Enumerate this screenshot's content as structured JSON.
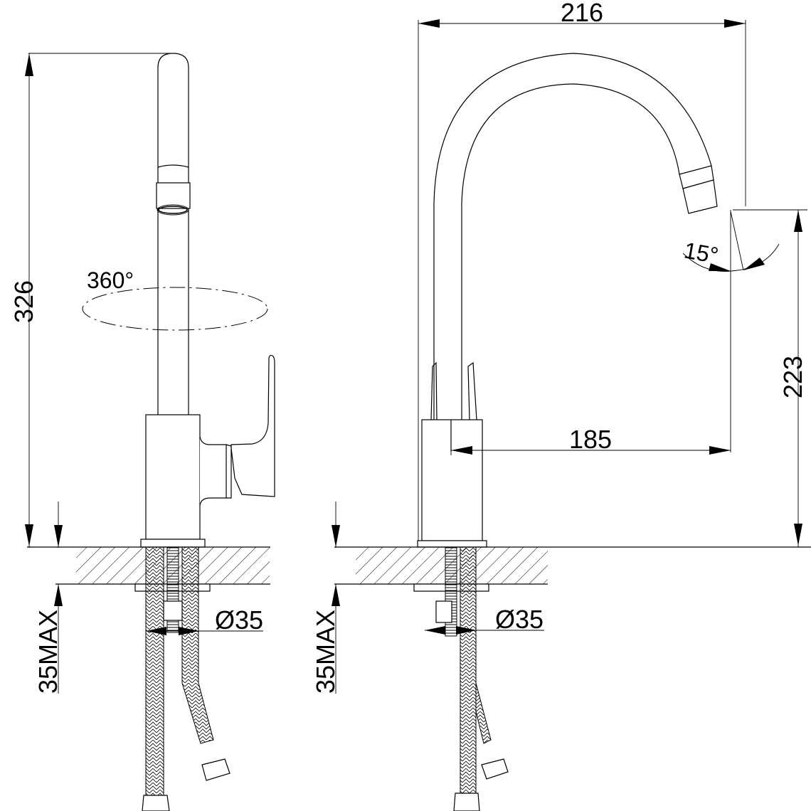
{
  "drawing": {
    "title": "Kitchen faucet dimension drawing",
    "line_color": "#000000",
    "background": "#ffffff"
  },
  "side_view": {
    "height_dim": "326",
    "rotation_label": "360°",
    "mount_thickness_dim": "35MAX",
    "hole_diameter_dim": "Ø35"
  },
  "front_view": {
    "width_dim": "216",
    "reach_dim": "185",
    "spout_height_dim": "223",
    "angle_dim": "15°",
    "mount_thickness_dim": "35MAX",
    "hole_diameter_dim": "Ø35"
  }
}
